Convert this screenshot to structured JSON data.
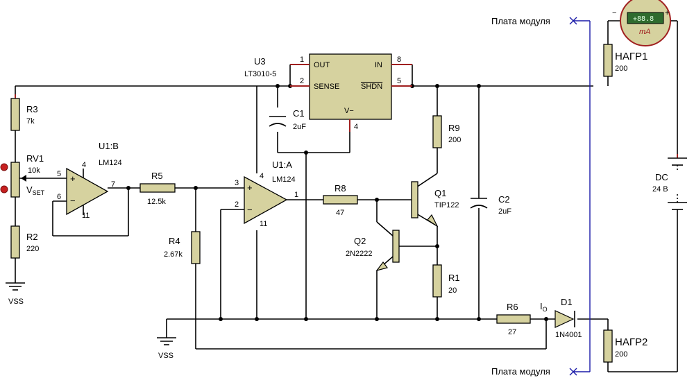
{
  "labels": {
    "module_board_top": "Плата модуля",
    "module_board_bottom": "Плата модуля",
    "meter_reading": "+88.8",
    "meter_unit": "mA",
    "meter_minus": "−",
    "meter_plus": "+",
    "r3_name": "R3",
    "r3_value": "7k",
    "rv1_name": "RV1",
    "rv1_value": "10k",
    "vset_main": "V",
    "vset_sub": "SET",
    "r2_name": "R2",
    "r2_value": "220",
    "vss_left": "VSS",
    "u1b_name": "U1:B",
    "u1b_part": "LM124",
    "u1b_p5": "5",
    "u1b_p6": "6",
    "u1b_p4": "4",
    "u1b_p11": "11",
    "u1b_p7": "7",
    "r5_name": "R5",
    "r5_value": "12.5k",
    "r4_name": "R4",
    "r4_value": "2.67k",
    "vss_bottom": "VSS",
    "u3_name": "U3",
    "u3_part": "LT3010-5",
    "u3_out": "OUT",
    "u3_sense": "SENSE",
    "u3_in": "IN",
    "u3_shdn": "SHDN",
    "u3_vminus": "V−",
    "u3_p1": "1",
    "u3_p2": "2",
    "u3_p4": "4",
    "u3_p5": "5",
    "u3_p8": "8",
    "c1_name": "C1",
    "c1_value": "2uF",
    "u1a_name": "U1:A",
    "u1a_part": "LM124",
    "u1a_p3": "3",
    "u1a_p2": "2",
    "u1a_p4": "4",
    "u1a_p11": "11",
    "u1a_p1": "1",
    "r8_name": "R8",
    "r8_value": "47",
    "q2_name": "Q2",
    "q2_part": "2N2222",
    "r9_name": "R9",
    "r9_value": "200",
    "q1_name": "Q1",
    "q1_part": "TIP122",
    "r1_name": "R1",
    "r1_value": "20",
    "c2_name": "C2",
    "c2_value": "2uF",
    "r6_name": "R6",
    "r6_value": "27",
    "io_main": "I",
    "io_sub": "O",
    "d1_name": "D1",
    "d1_part": "1N4001",
    "load1_name": "НАГР1",
    "load1_value": "200",
    "load2_name": "НАГР2",
    "load2_value": "200",
    "dc_name": "DC",
    "dc_value": "24 В"
  },
  "colors": {
    "component_body": "#d6d29f",
    "pin_lead": "#a02020",
    "board_boundary": "#1a1aa8",
    "meter_display": "#2e6b2e",
    "meter_ring": "#a02020"
  }
}
